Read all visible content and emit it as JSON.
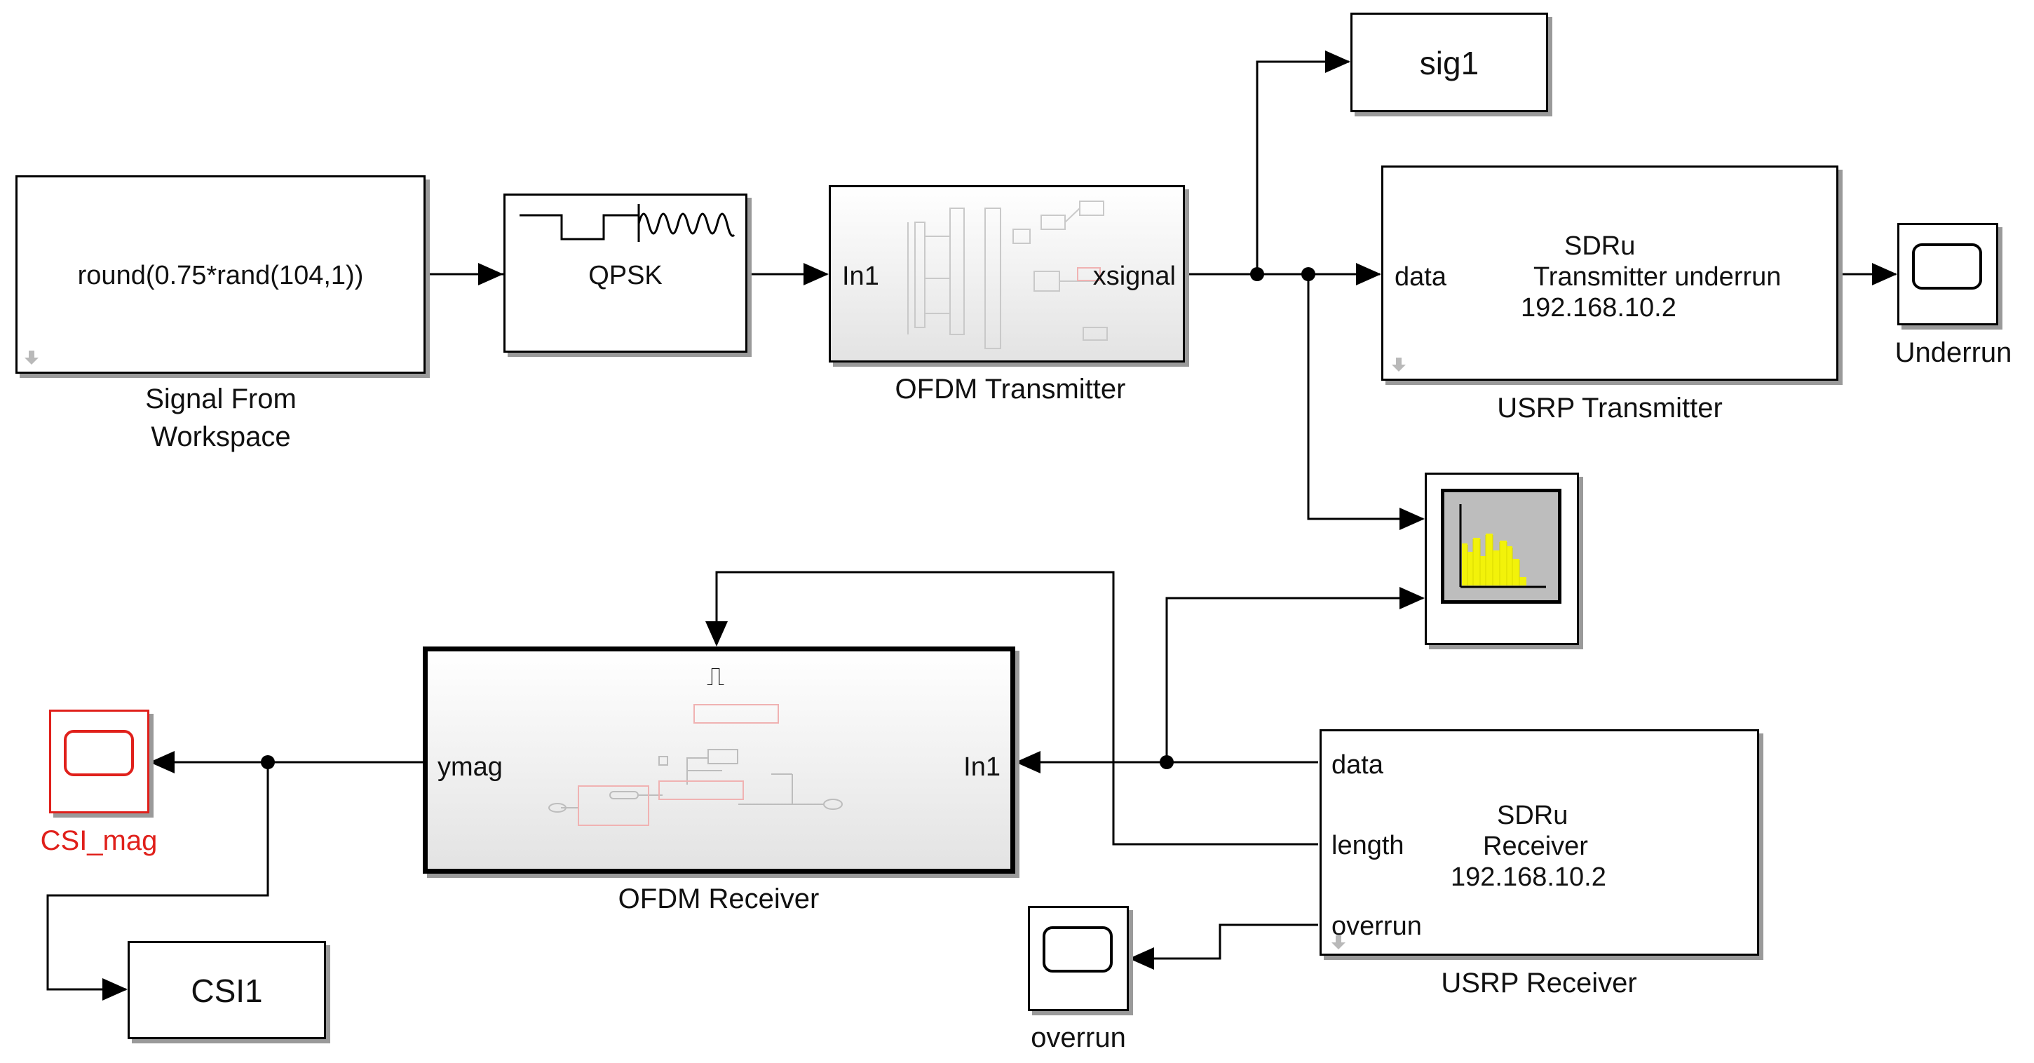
{
  "blocks": {
    "signal_from_workspace": {
      "expr": "round(0.75*rand(104,1))",
      "label_line1": "Signal From",
      "label_line2": "Workspace"
    },
    "qpsk": {
      "text": "QPSK"
    },
    "ofdm_tx": {
      "in_port": "In1",
      "out_port": "xsignal",
      "label": "OFDM Transmitter"
    },
    "sig1": {
      "text": "sig1"
    },
    "usrp_tx": {
      "in_port": "data",
      "line1": "SDRu",
      "line2": "Transmitter underrun",
      "line3": "192.168.10.2",
      "label": "USRP Transmitter"
    },
    "underrun_scope": {
      "label": "Underrun"
    },
    "spectrum": {
      "icon": "spectrum-analyzer-icon",
      "bar_color": "#f2f20a"
    },
    "ofdm_rx": {
      "out_port": "ymag",
      "in_port": "In1",
      "trigger": "⎍",
      "label": "OFDM Receiver"
    },
    "csi_mag_scope": {
      "label": "CSI_mag",
      "color": "#e0201b"
    },
    "csi1": {
      "text": "CSI1"
    },
    "usrp_rx": {
      "port_data": "data",
      "port_length": "length",
      "port_overrun": "overrun",
      "line1": "SDRu",
      "line2": "Receiver",
      "line3": "192.168.10.2",
      "label": "USRP Receiver"
    },
    "overrun_scope": {
      "label": "overrun"
    }
  }
}
